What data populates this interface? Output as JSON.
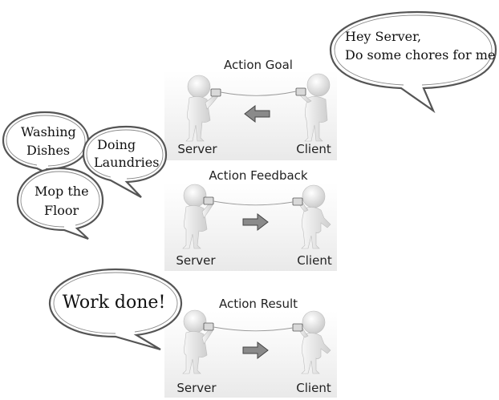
{
  "panels": [
    {
      "title": "Action Goal",
      "left_label": "Server",
      "right_label": "Client",
      "arrow": "left"
    },
    {
      "title": "Action Feedback",
      "left_label": "Server",
      "right_label": "Client",
      "arrow": "right"
    },
    {
      "title": "Action Result",
      "left_label": "Server",
      "right_label": "Client",
      "arrow": "right"
    }
  ],
  "bubbles": {
    "client_request": {
      "line1": "Hey Server,",
      "line2": "Do some chores for me"
    },
    "washing": {
      "line1": "Washing",
      "line2": "Dishes"
    },
    "laundry": {
      "line1": "Doing",
      "line2": "Laundries"
    },
    "mop": {
      "line1": "Mop the",
      "line2": "Floor"
    },
    "result": {
      "line1": "Work done!"
    }
  }
}
